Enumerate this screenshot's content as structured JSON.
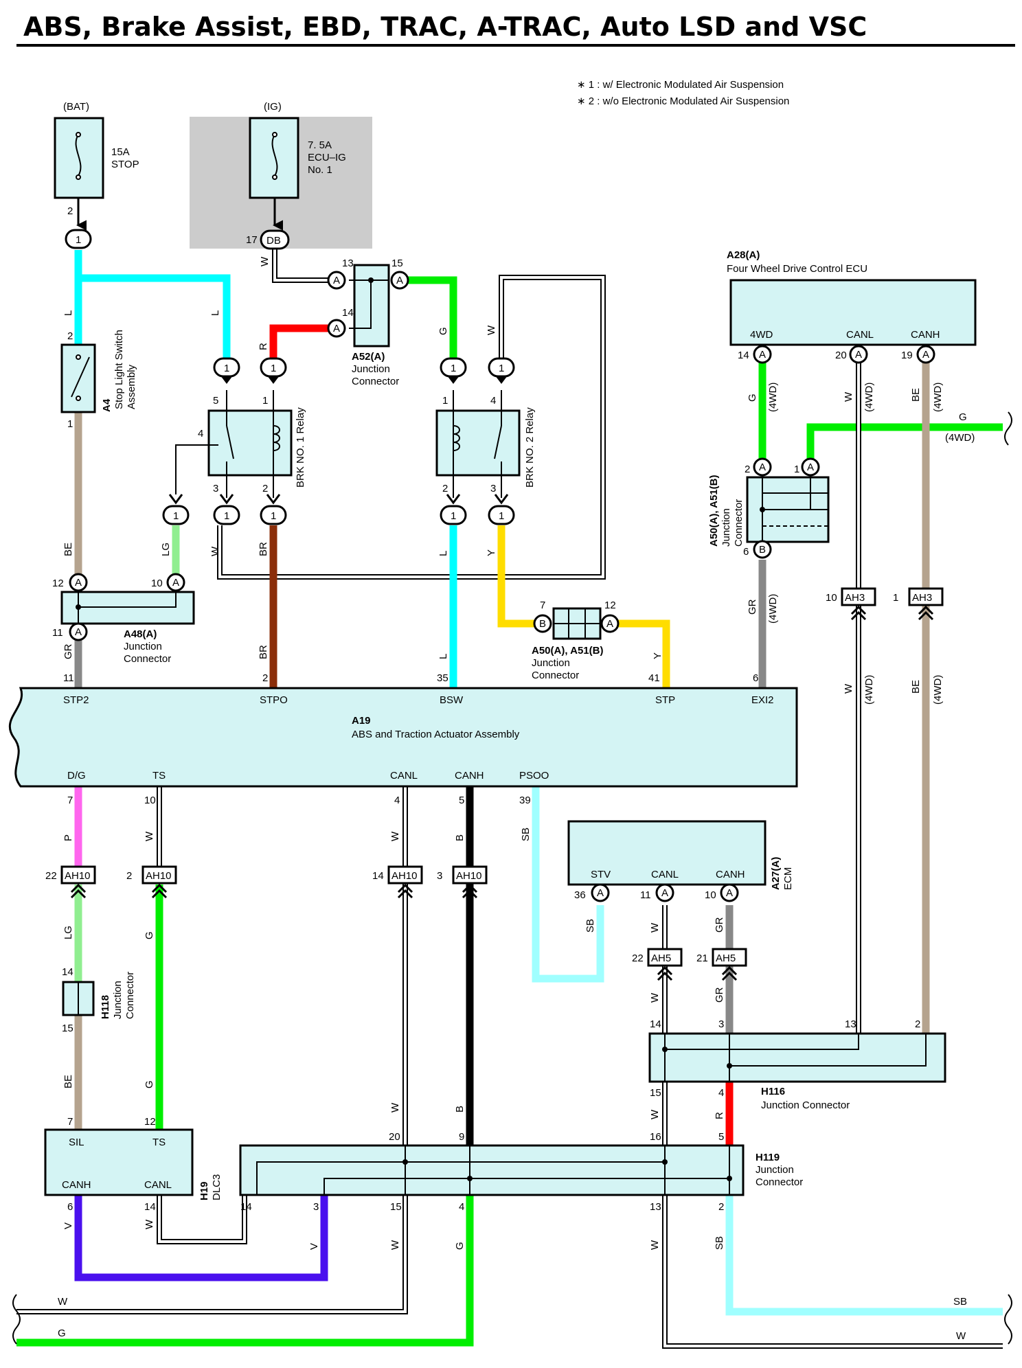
{
  "title": "ABS, Brake Assist, EBD, TRAC, A-TRAC, Auto LSD and VSC",
  "notes": [
    "∗ 1 : w/ Electronic Modulated Air Suspension",
    "∗ 2 : w/o Electronic Modulated Air Suspension"
  ],
  "colors": {
    "L": "#00ffff",
    "R": "#ff0000",
    "G": "#00ee00",
    "W": "#ffffff",
    "BE": "#b5a38e",
    "LG": "#90ee90",
    "BR": "#8b2e0a",
    "Y": "#ffdd00",
    "GR": "#888888",
    "P": "#ff66ee",
    "B": "#000000",
    "SB": "#a0ffff",
    "V": "#4a10ee",
    "box": "#d4f4f4",
    "shade": "#cccccc"
  },
  "fuses": {
    "bat": {
      "source": "(BAT)",
      "rating": "15A",
      "name": "STOP",
      "pin": "2"
    },
    "ig": {
      "source": "(IG)",
      "rating": "7. 5A",
      "name1": "ECU–IG",
      "name2": "No. 1",
      "pin": "17",
      "conn": "DB"
    }
  },
  "components": {
    "a4": {
      "code": "A4",
      "name1": "Stop Light Switch",
      "name2": "Assembly"
    },
    "a52": {
      "code": "A52(A)",
      "name1": "Junction",
      "name2": "Connector"
    },
    "brk1": {
      "name": "BRK NO. 1 Relay"
    },
    "brk2": {
      "name": "BRK NO. 2 Relay"
    },
    "a28": {
      "code": "A28(A)",
      "name": "Four Wheel Drive Control ECU",
      "pins": [
        "4WD",
        "CANL",
        "CANH"
      ]
    },
    "a50a51": {
      "code": "A50(A), A51(B)",
      "name1": "Junction",
      "name2": "Connector"
    },
    "a48": {
      "code": "A48(A)",
      "name1": "Junction",
      "name2": "Connector"
    },
    "a19": {
      "code": "A19",
      "name": "ABS and Traction Actuator Assembly",
      "top_pins": [
        "STP2",
        "STPO",
        "BSW",
        "STP",
        "EXI2"
      ],
      "bottom_pins": [
        "D/G",
        "TS",
        "CANL",
        "CANH",
        "PSOO"
      ]
    },
    "a27": {
      "code": "A27(A)",
      "name": "ECM",
      "pins": [
        "STV",
        "CANL",
        "CANH"
      ]
    },
    "h118": {
      "code": "H118",
      "name1": "Junction",
      "name2": "Connector"
    },
    "h116": {
      "code": "H116",
      "name": "Junction Connector"
    },
    "h119": {
      "code": "H119",
      "name1": "Junction",
      "name2": "Connector"
    },
    "h19": {
      "code": "H19",
      "name": "DLC3",
      "pins": [
        "SIL",
        "TS",
        "CANH",
        "CANL"
      ]
    }
  },
  "wire_labels": {
    "L": "L",
    "R": "R",
    "G": "G",
    "W": "W",
    "BE": "BE",
    "LG": "LG",
    "BR": "BR",
    "Y": "Y",
    "GR": "GR",
    "P": "P",
    "B": "B",
    "SB": "SB",
    "V": "V",
    "fwd": "(4WD)"
  },
  "connectors": {
    "ah10": "AH10",
    "ah3": "AH3",
    "ah5": "AH5",
    "a": "A",
    "b": "B",
    "one": "1"
  },
  "pins": {
    "p1": "1",
    "p2": "2",
    "p3": "3",
    "p4": "4",
    "p5": "5",
    "p6": "6",
    "p7": "7",
    "p9": "9",
    "p10": "10",
    "p11": "11",
    "p12": "12",
    "p13": "13",
    "p14": "14",
    "p15": "15",
    "p16": "16",
    "p19": "19",
    "p20": "20",
    "p21": "21",
    "p22": "22",
    "p35": "35",
    "p36": "36",
    "p39": "39",
    "p41": "41"
  }
}
